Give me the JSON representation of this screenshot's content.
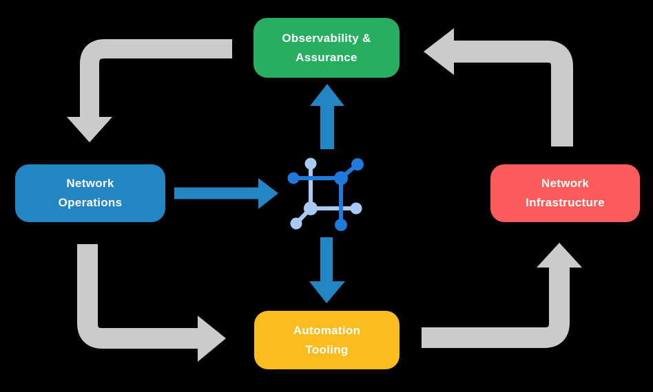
{
  "diagram": {
    "nodes": {
      "observability": {
        "label": "Observability & Assurance",
        "line1": "Observability &",
        "line2": "Assurance",
        "color": "#27AE60"
      },
      "operations": {
        "label": "Network Operations",
        "line1": "Network",
        "line2": "Operations",
        "color": "#2285C4"
      },
      "infrastructure": {
        "label": "Network Infrastructure",
        "line1": "Network",
        "line2": "Infrastructure",
        "color": "#FC5C5C"
      },
      "automation": {
        "label": "Automation Tooling",
        "line1": "Automation",
        "line2": "Tooling",
        "color": "#FABD20"
      }
    },
    "center_icon": "network-platform-icon",
    "flows": [
      {
        "from": "observability",
        "to": "operations",
        "style": "gray-cycle"
      },
      {
        "from": "operations",
        "to": "automation",
        "style": "gray-cycle"
      },
      {
        "from": "automation",
        "to": "infrastructure",
        "style": "gray-cycle"
      },
      {
        "from": "infrastructure",
        "to": "observability",
        "style": "gray-cycle"
      },
      {
        "from": "operations",
        "to": "center-icon",
        "style": "blue"
      },
      {
        "from": "center-icon",
        "to": "observability",
        "style": "blue"
      },
      {
        "from": "center-icon",
        "to": "automation",
        "style": "blue"
      }
    ],
    "colors": {
      "background": "#000000",
      "arrow_gray": "#CBCBCB",
      "arrow_blue": "#2285C4",
      "node_green": "#27AE60",
      "node_blue": "#2285C4",
      "node_red": "#FC5C5C",
      "node_yellow": "#FABD20",
      "icon_dark_blue": "#1E7BDB",
      "icon_light_blue": "#A8CAF3",
      "text": "#FFFFFF"
    }
  }
}
